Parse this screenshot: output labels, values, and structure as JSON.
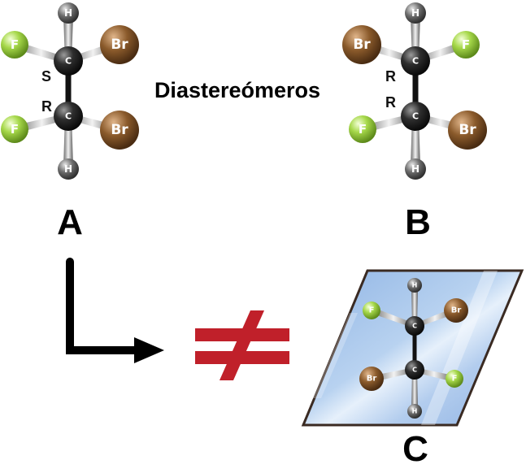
{
  "title": "Diastereómeros",
  "labels": {
    "a": "A",
    "b": "B",
    "c": "C"
  },
  "stereo": {
    "a_top": "S",
    "a_bottom": "R",
    "b_top": "R",
    "b_bottom": "R"
  },
  "atoms": {
    "h": "H",
    "c": "C",
    "f": "F",
    "br": "Br"
  },
  "not_equal_symbol": "≠",
  "colors": {
    "carbon": "#2b2b2b",
    "hydrogen": "#7a7a7a",
    "fluorine": "#9ccf3c",
    "bromine": "#8a5a2b",
    "not_equal": "#c0202a",
    "mirror_plane": "#a9c6ea",
    "mirror_border": "#3a2a22"
  }
}
